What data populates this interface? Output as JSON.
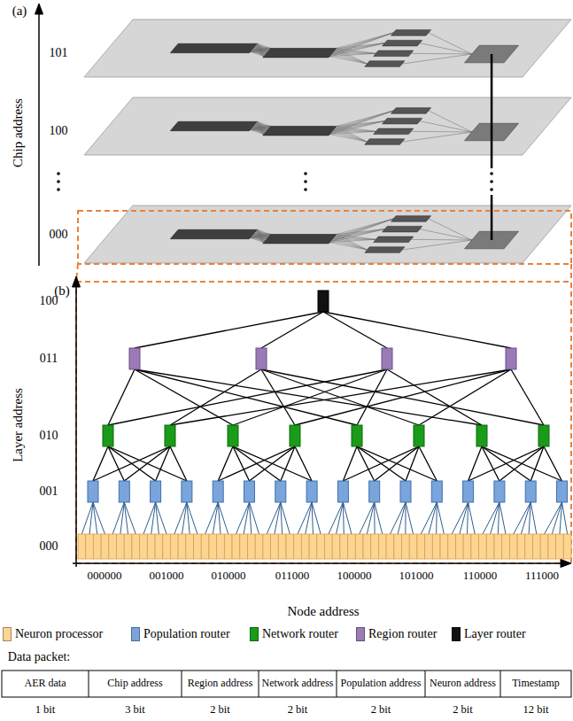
{
  "diagram": {
    "labels": [
      "(a)",
      "Chip address",
      "101",
      "100",
      "000",
      "(b)",
      "Layer address",
      "100",
      "011",
      "010",
      "001",
      "000",
      "000000",
      "001000",
      "010000",
      "011000",
      "100000",
      "101000",
      "110000",
      "111000",
      "Node address",
      "Data packet:",
      "AER data",
      "Chip address",
      "Region address",
      "Network address",
      "Population address",
      "Neuron address",
      "Timestamp",
      "1 bit",
      "3 bit",
      "2 bit",
      "2 bit",
      "2 bit",
      "2 bit",
      "12 bit"
    ],
    "legend": [
      {
        "text": "Neuron processor",
        "color": "#fcd592"
      },
      {
        "text": "Population router",
        "color": "#7aa5dc"
      },
      {
        "text": "Network router",
        "color": "#1a9b1a"
      },
      {
        "text": "Region router",
        "color": "#9b7bb7"
      },
      {
        "text": "Layer router",
        "color": "#111111"
      }
    ]
  }
}
